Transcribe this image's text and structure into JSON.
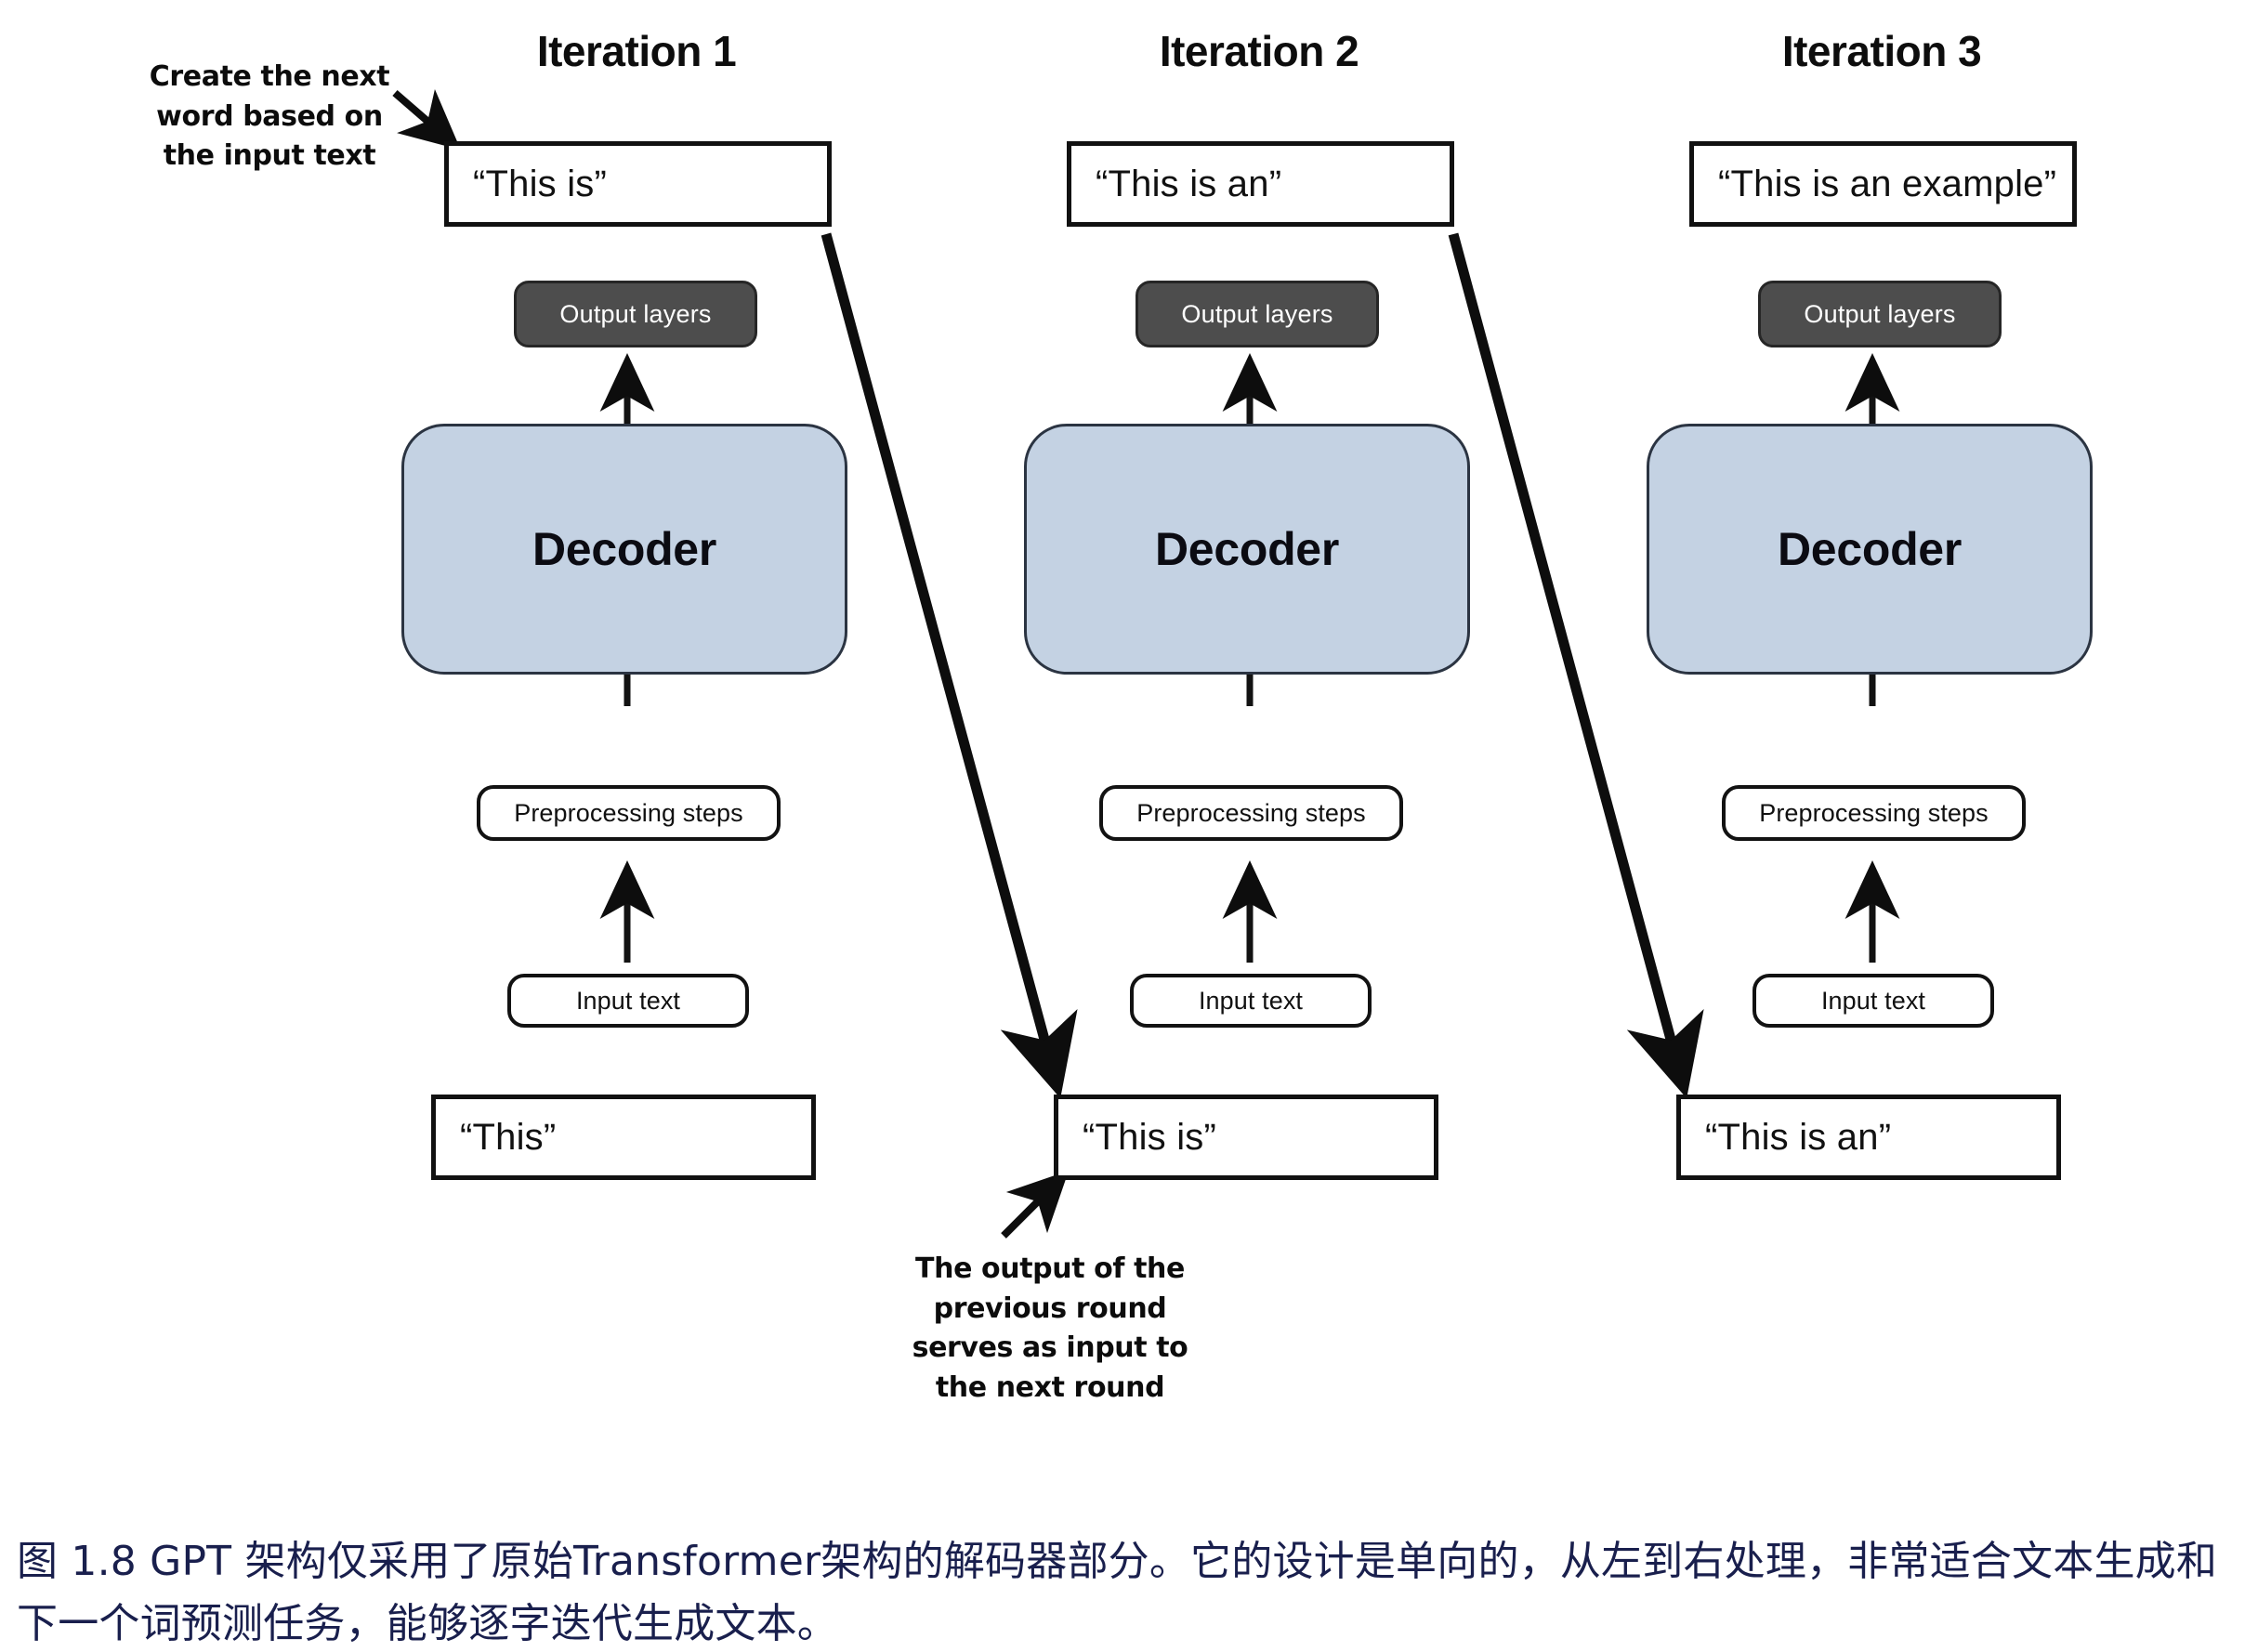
{
  "figure": {
    "caption": "图 1.8  GPT 架构仅采用了原始Transformer架构的解码器部分。它的设计是单向的，从左到右处理，非常适合文本生成和下一个词预测任务，能够逐字迭代生成文本。",
    "caption_color": "#191f4d",
    "background": "#ffffff"
  },
  "annotations": {
    "top_left": "Create the next word based on the input text",
    "bottom_middle": "The output of the previous round serves as input to the next round"
  },
  "palette": {
    "decoder_fill": "#c4d2e3",
    "decoder_stroke": "#2b3442",
    "output_layers_fill": "#4d4d4d",
    "output_layers_text": "#ffffff",
    "box_stroke": "#111111",
    "pill_fill": "#ffffff",
    "arrow_color": "#0d0d0d"
  },
  "labels": {
    "output_layers": "Output layers",
    "decoder": "Decoder",
    "preprocessing_steps": "Preprocessing steps",
    "input_text": "Input text"
  },
  "columns": [
    {
      "title": "Iteration 1",
      "output_box": "“This is”",
      "output_layers": "Output layers",
      "decoder": "Decoder",
      "preprocessing_steps": "Preprocessing steps",
      "input_text": "Input text",
      "input_box": "“This”"
    },
    {
      "title": "Iteration 2",
      "output_box": "“This is an”",
      "output_layers": "Output layers",
      "decoder": "Decoder",
      "preprocessing_steps": "Preprocessing steps",
      "input_text": "Input text",
      "input_box": "“This is”"
    },
    {
      "title": "Iteration 3",
      "output_box": "“This is an example”",
      "output_layers": "Output layers",
      "decoder": "Decoder",
      "preprocessing_steps": "Preprocessing steps",
      "input_text": "Input text",
      "input_box": "“This is an”"
    }
  ],
  "flow_arrows": [
    {
      "from": "iteration-1-output-box",
      "to": "iteration-2-input-box"
    },
    {
      "from": "iteration-2-output-box",
      "to": "iteration-3-input-box"
    }
  ]
}
